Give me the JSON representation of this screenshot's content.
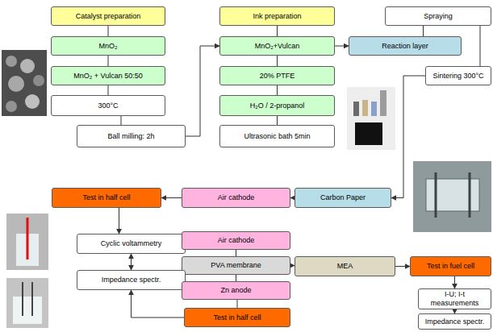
{
  "diagram": {
    "nodes": [
      {
        "text": [
          "Catalyst preparation"
        ]
      },
      {
        "text": [
          "Ink preparation"
        ]
      },
      {
        "text": [
          "Spraying"
        ]
      },
      {
        "text": [
          "MnO₂"
        ]
      },
      {
        "text": [
          "MnO₂+Vulcan"
        ]
      },
      {
        "text": [
          "Reaction layer"
        ]
      },
      {
        "text": [
          "MnO₂ + Vulcan 50:50"
        ]
      },
      {
        "text": [
          "20% PTFE"
        ]
      },
      {
        "text": [
          "Sintering 300°C"
        ]
      },
      {
        "text": [
          "300°C"
        ]
      },
      {
        "text": [
          "H₂O / 2-propanol"
        ]
      },
      {
        "text": [
          "Ball milling: 2h"
        ]
      },
      {
        "text": [
          "Ultrasonic bath 5min"
        ]
      },
      {
        "text": [
          "Test in half cell"
        ]
      },
      {
        "text": [
          "Air cathode"
        ]
      },
      {
        "text": [
          "Carbon Paper"
        ]
      },
      {
        "text": [
          "Cyclic voltammetry"
        ]
      },
      {
        "text": [
          "Air cathode"
        ]
      },
      {
        "text": [
          "PVA membrane"
        ]
      },
      {
        "text": [
          "MEA"
        ]
      },
      {
        "text": [
          "Test in fuel cell"
        ]
      },
      {
        "text": [
          "Impedance spectr."
        ]
      },
      {
        "text": [
          "Zn anode"
        ]
      },
      {
        "text": [
          "Test in half cell"
        ]
      },
      {
        "text": [
          "I-U; I-t measurements"
        ]
      },
      {
        "text": [
          "Impedance spectr."
        ]
      }
    ],
    "edges": [
      {
        "from": 0,
        "to": 3,
        "arrow": "none"
      },
      {
        "from": 3,
        "to": 6,
        "arrow": "none"
      },
      {
        "from": 6,
        "to": 9,
        "arrow": "none"
      },
      {
        "from": 9,
        "to": 11,
        "arrow": "none"
      },
      {
        "from": 11,
        "to": 4,
        "arrow": "to"
      },
      {
        "from": 1,
        "to": 4,
        "arrow": "none"
      },
      {
        "from": 4,
        "to": 7,
        "arrow": "none"
      },
      {
        "from": 7,
        "to": 10,
        "arrow": "none"
      },
      {
        "from": 10,
        "to": 12,
        "arrow": "none"
      },
      {
        "from": 4,
        "to": 5,
        "arrow": "to"
      },
      {
        "from": 5,
        "to": 2,
        "arrow": "none"
      },
      {
        "from": 2,
        "to": 8,
        "arrow": "none"
      },
      {
        "from": 8,
        "to": 15,
        "arrow": "to"
      },
      {
        "from": 15,
        "to": 14,
        "arrow": "to"
      },
      {
        "from": 14,
        "to": 13,
        "arrow": "to"
      },
      {
        "from": 13,
        "to": 16,
        "arrow": "to"
      },
      {
        "from": 16,
        "to": 21,
        "arrow": "both"
      },
      {
        "from": 17,
        "to": 18,
        "arrow": "none"
      },
      {
        "from": 18,
        "to": 22,
        "arrow": "none"
      },
      {
        "from": 18,
        "to": 19,
        "arrow": "to"
      },
      {
        "from": 19,
        "to": 20,
        "arrow": "to"
      },
      {
        "from": 20,
        "to": 24,
        "arrow": "to"
      },
      {
        "from": 24,
        "to": 25,
        "arrow": "to"
      },
      {
        "from": 22,
        "to": 23,
        "arrow": "none"
      },
      {
        "from": 23,
        "to": 21,
        "arrow": "to"
      }
    ]
  }
}
